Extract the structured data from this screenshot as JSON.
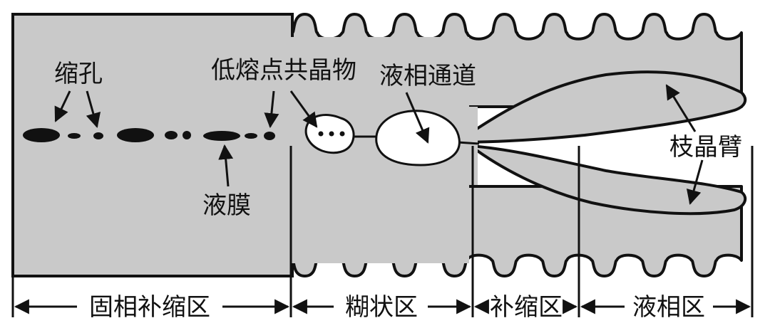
{
  "labels": {
    "shrinkage_pore": "缩孔",
    "low_melting_eutectic": "低熔点共晶物",
    "liquid_channel": "液相通道",
    "liquid_film": "液膜",
    "dendrite_arm": "枝晶臂"
  },
  "zones": [
    {
      "label": "固相补缩区"
    },
    {
      "label": "糊状区"
    },
    {
      "label": "补缩区"
    },
    {
      "label": "液相区"
    }
  ],
  "colors": {
    "solid": "#c9c9c9",
    "outline": "#111111",
    "pore": "#111111",
    "channel": "#ffffff",
    "background": "#ffffff"
  }
}
